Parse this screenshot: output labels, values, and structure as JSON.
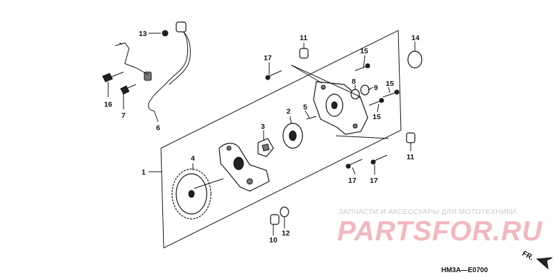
{
  "callouts": {
    "c1": "1",
    "c2": "2",
    "c3": "3",
    "c4": "4",
    "c5": "5",
    "c6": "6",
    "c7": "7",
    "c8": "8",
    "c9": "9",
    "c10": "10",
    "c11a": "11",
    "c11b": "11",
    "c12": "12",
    "c13": "13",
    "c14": "14",
    "c15a": "15",
    "c15b": "15",
    "c15c": "15",
    "c16": "16",
    "c17a": "17",
    "c17b": "17",
    "c17c": "17"
  },
  "watermark": {
    "subtitle": "ЗАПЧАСТИ И АКСЕССУАРЫ ДЛЯ МОТОТЕХНИКИ",
    "brand": "PARTSFOR.RU",
    "color": "#f2b8be"
  },
  "diagram_code": "HM3A—E0700",
  "front_label": "FR."
}
